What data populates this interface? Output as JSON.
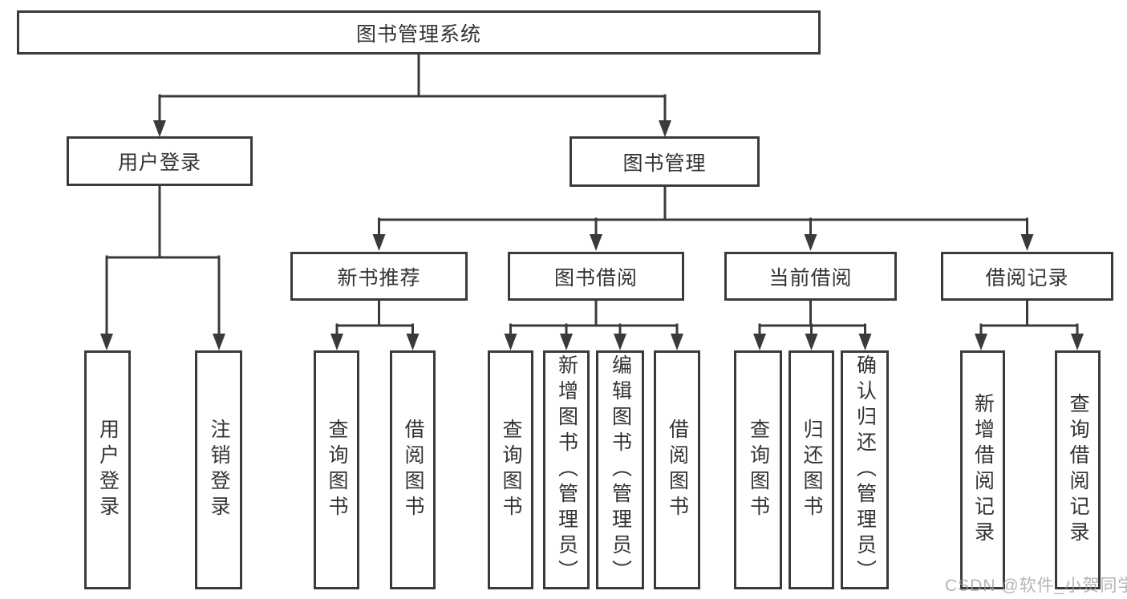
{
  "diagram": {
    "type": "hierarchy-diagram",
    "root": "图书管理系统",
    "level2": {
      "user_login": "用户登录",
      "book_mgmt": "图书管理"
    },
    "level3": {
      "new_rec": "新书推荐",
      "borrow": "图书借阅",
      "current": "当前借阅",
      "record": "借阅记录"
    },
    "leaves": {
      "login": "用户登录",
      "logout": "注销登录",
      "rec_query": "查询图书",
      "rec_borrow": "借阅图书",
      "bb_query": "查询图书",
      "bb_add": "新增图书（管理员）",
      "bb_edit": "编辑图书（管理员）",
      "bb_borrow": "借阅图书",
      "cur_query": "查询图书",
      "cur_return": "归还图书",
      "cur_confirm": "确认归还（管理员）",
      "br_add": "新增借阅记录",
      "br_query": "查询借阅记录"
    },
    "hierarchy": [
      {
        "parent": "图书管理系统",
        "children": [
          "用户登录",
          "图书管理"
        ]
      },
      {
        "parent": "用户登录",
        "children": [
          "用户登录",
          "注销登录"
        ]
      },
      {
        "parent": "图书管理",
        "children": [
          "新书推荐",
          "图书借阅",
          "当前借阅",
          "借阅记录"
        ]
      },
      {
        "parent": "新书推荐",
        "children": [
          "查询图书",
          "借阅图书"
        ]
      },
      {
        "parent": "图书借阅",
        "children": [
          "查询图书",
          "新增图书（管理员）",
          "编辑图书（管理员）",
          "借阅图书"
        ]
      },
      {
        "parent": "当前借阅",
        "children": [
          "查询图书",
          "归还图书",
          "确认归还（管理员）"
        ]
      },
      {
        "parent": "借阅记录",
        "children": [
          "新增借阅记录",
          "查询借阅记录"
        ]
      }
    ],
    "colors": {
      "line": "#3a3a3a",
      "text": "#333333",
      "box_fill": "#ffffff"
    }
  },
  "watermark": {
    "text": "CSDN @软件_小贺同学"
  }
}
